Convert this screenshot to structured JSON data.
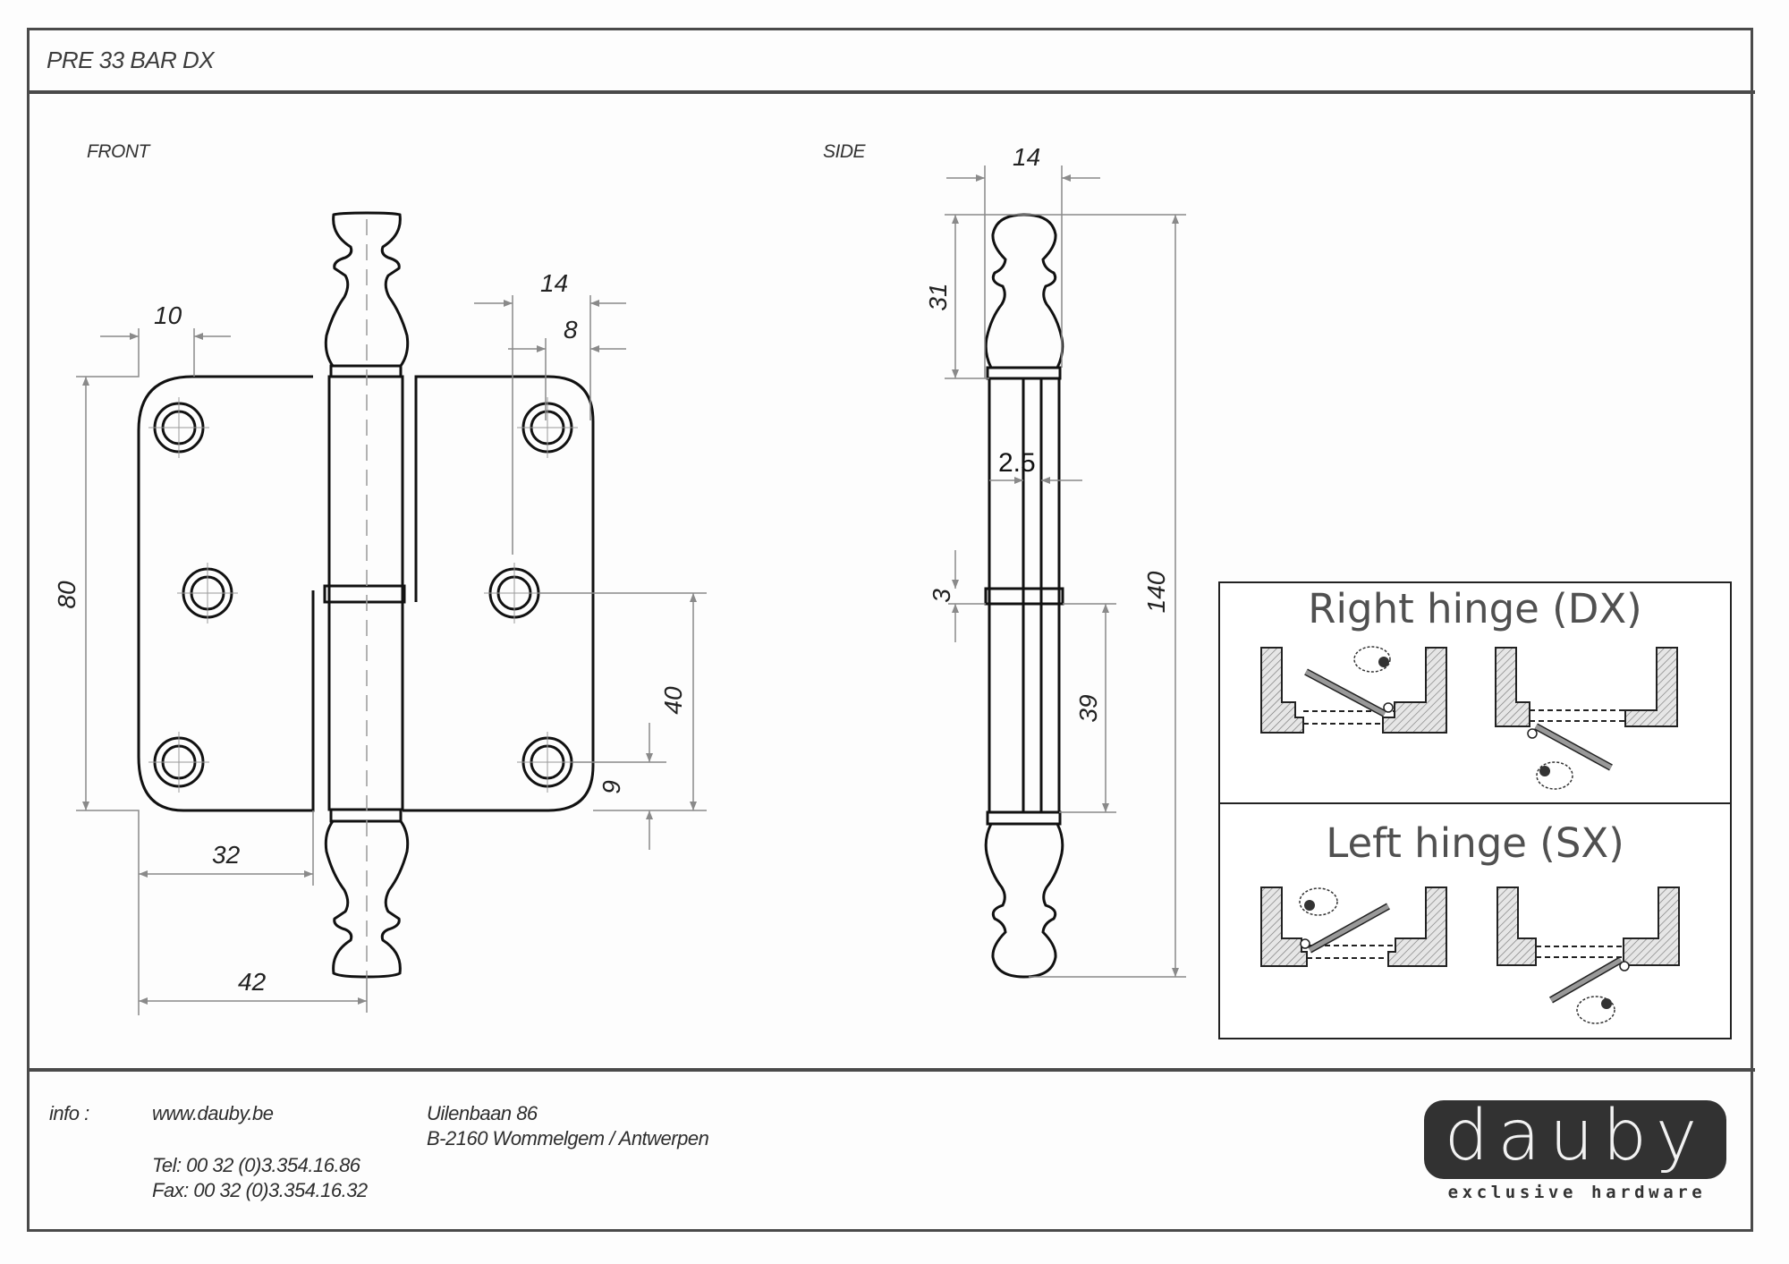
{
  "header": {
    "title": "PRE 33 BAR DX"
  },
  "views": {
    "front": {
      "label": "FRONT"
    },
    "side": {
      "label": "SIDE"
    }
  },
  "dimensions": {
    "front": {
      "leaf_hole_offset_top": "10",
      "right_leaf_width_top": "14",
      "right_hole_offset": "8",
      "leaf_height": "80",
      "hole_spacing_vertical": "40",
      "hole_offset_bottom": "9",
      "left_leaf_width": "32",
      "axis_to_edge": "42"
    },
    "side": {
      "width": "14",
      "finial_height": "31",
      "leaf_thickness": "2.5",
      "band_height": "3",
      "lower_knuckle": "39",
      "total_height": "140"
    }
  },
  "orientation_guide": {
    "right": {
      "title": "Right hinge (DX)"
    },
    "left": {
      "title": "Left hinge (SX)"
    }
  },
  "footer": {
    "info_label": "info :",
    "website": "www.dauby.be",
    "tel": "Tel: 00 32 (0)3.354.16.86",
    "fax": "Fax: 00 32 (0)3.354.16.32",
    "address_line1": "Uilenbaan 86",
    "address_line2": "B-2160 Wommelgem / Antwerpen"
  },
  "brand": {
    "name": "dauby",
    "tagline": "exclusive hardware"
  },
  "colors": {
    "frame": "#4a4a4a",
    "line": "#111111",
    "dimension": "#8a8a8a",
    "logo_bg": "#323232"
  }
}
